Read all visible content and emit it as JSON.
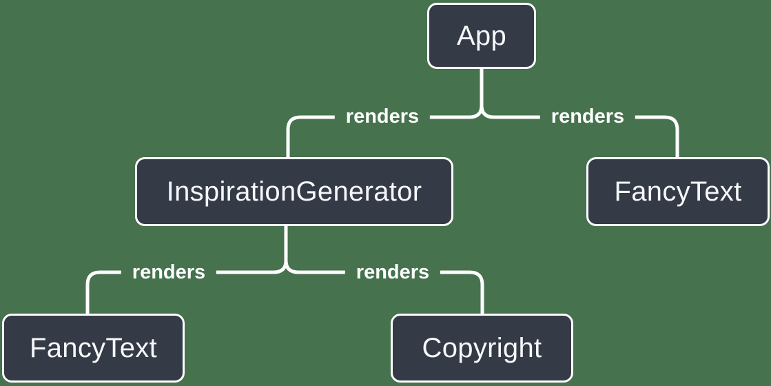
{
  "diagram": {
    "type": "component-render-tree",
    "colors": {
      "background": "#46724E",
      "node_fill": "#343A46",
      "node_border": "#FFFFFF",
      "line": "#FFFFFF",
      "node_text": "#F6F7F9",
      "edge_text": "#FFFFFF"
    },
    "nodes": [
      {
        "id": "app",
        "label": "App"
      },
      {
        "id": "inspiration-generator",
        "label": "InspirationGenerator"
      },
      {
        "id": "fancy-text-top",
        "label": "FancyText"
      },
      {
        "id": "fancy-text-bottom",
        "label": "FancyText"
      },
      {
        "id": "copyright",
        "label": "Copyright"
      }
    ],
    "edges": [
      {
        "from": "App",
        "to": "InspirationGenerator",
        "label": "renders"
      },
      {
        "from": "App",
        "to": "FancyText",
        "label": "renders"
      },
      {
        "from": "InspirationGenerator",
        "to": "FancyText",
        "label": "renders"
      },
      {
        "from": "InspirationGenerator",
        "to": "Copyright",
        "label": "renders"
      }
    ]
  }
}
